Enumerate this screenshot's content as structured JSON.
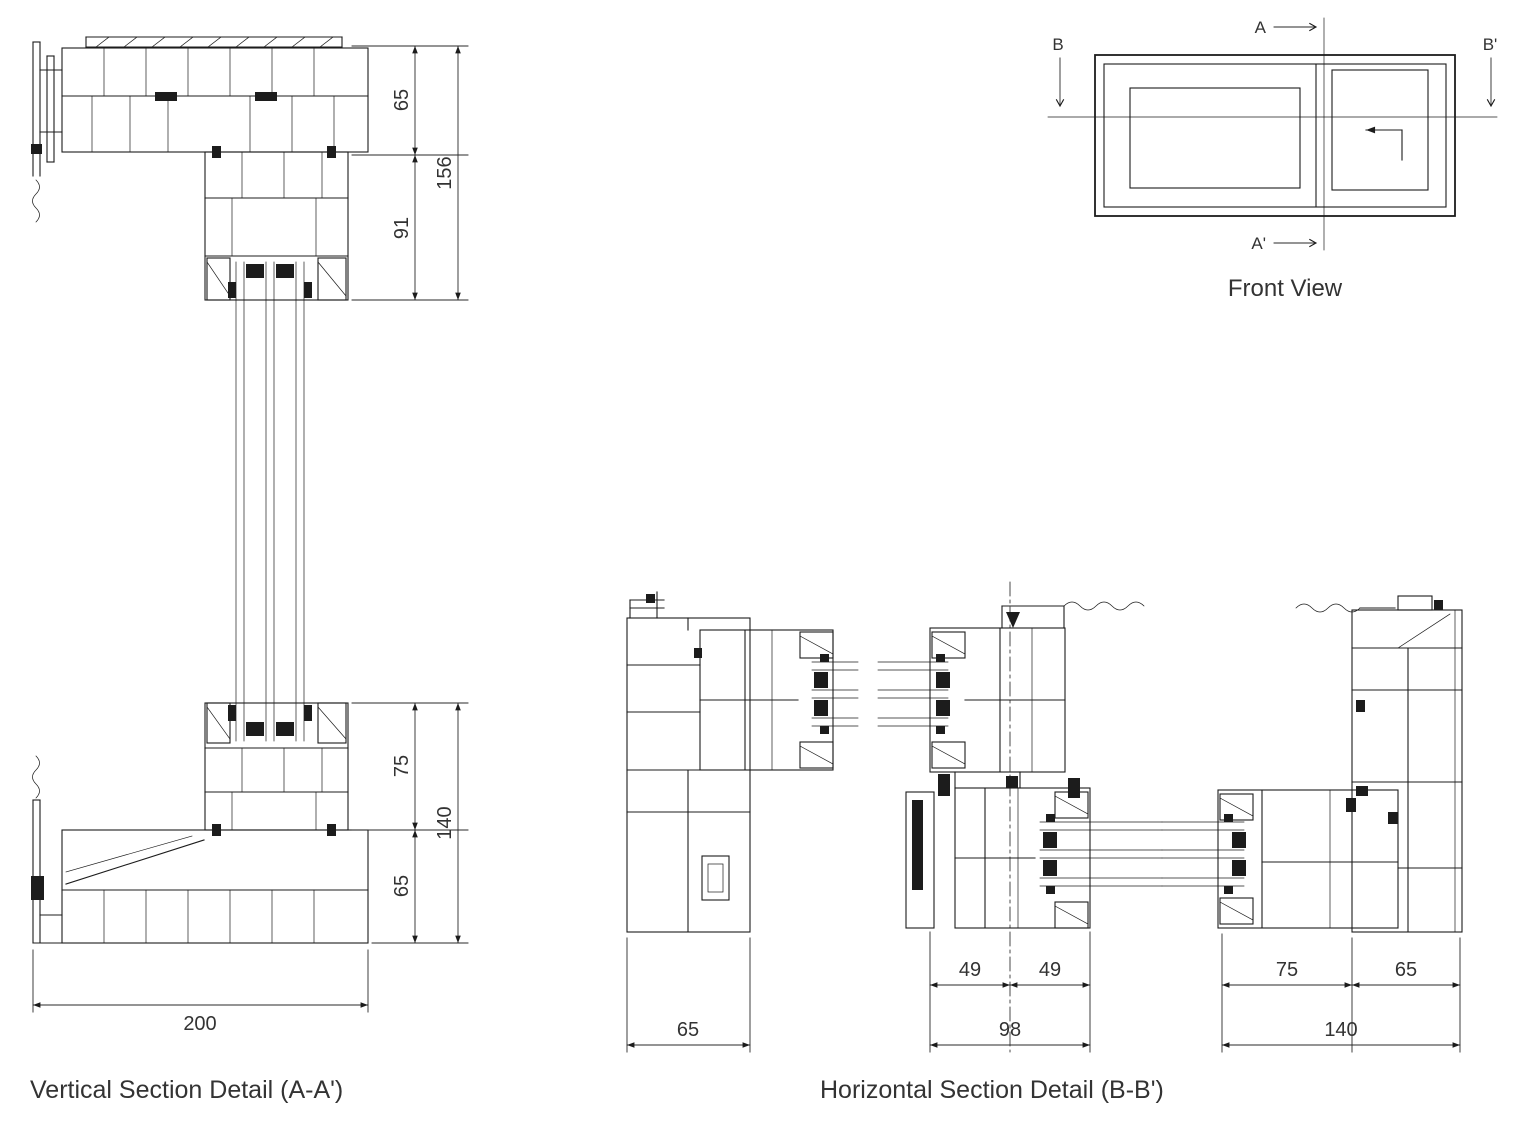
{
  "captions": {
    "vertical_section": "Vertical Section Detail (A-A')",
    "horizontal_section": "Horizontal Section Detail (B-B')",
    "front_view": "Front View"
  },
  "section_markers": {
    "a": "A",
    "a_prime": "A'",
    "b": "B",
    "b_prime": "B'"
  },
  "vertical_dims": {
    "head_frame": "65",
    "head_sash": "91",
    "head_total": "156",
    "sill_sash": "75",
    "sill_frame": "65",
    "sill_total": "140",
    "overall_width": "200"
  },
  "horizontal_dims": {
    "jamb_frame": "65",
    "interlock_left": "49",
    "interlock_right": "49",
    "interlock_total": "98",
    "lock_sash": "75",
    "lock_frame": "65",
    "lock_total": "140"
  },
  "colors": {
    "line": "#1c1c1c",
    "text": "#333333",
    "background": "#ffffff"
  }
}
